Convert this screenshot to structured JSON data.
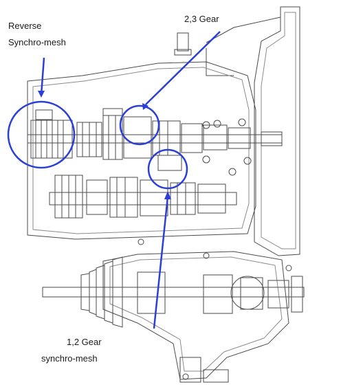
{
  "labels": {
    "reverse_line1": "Reverse",
    "reverse_line2": "Synchro-mesh",
    "gear23": "2,3 Gear",
    "gear12_line1": "1,2 Gear",
    "gear12_line2": "synchro-mesh"
  },
  "colors": {
    "annotation_blue": "#2b3fd6",
    "drawing_line": "#4a4a4a",
    "drawing_light": "#8a8a8a",
    "background": "#ffffff"
  }
}
